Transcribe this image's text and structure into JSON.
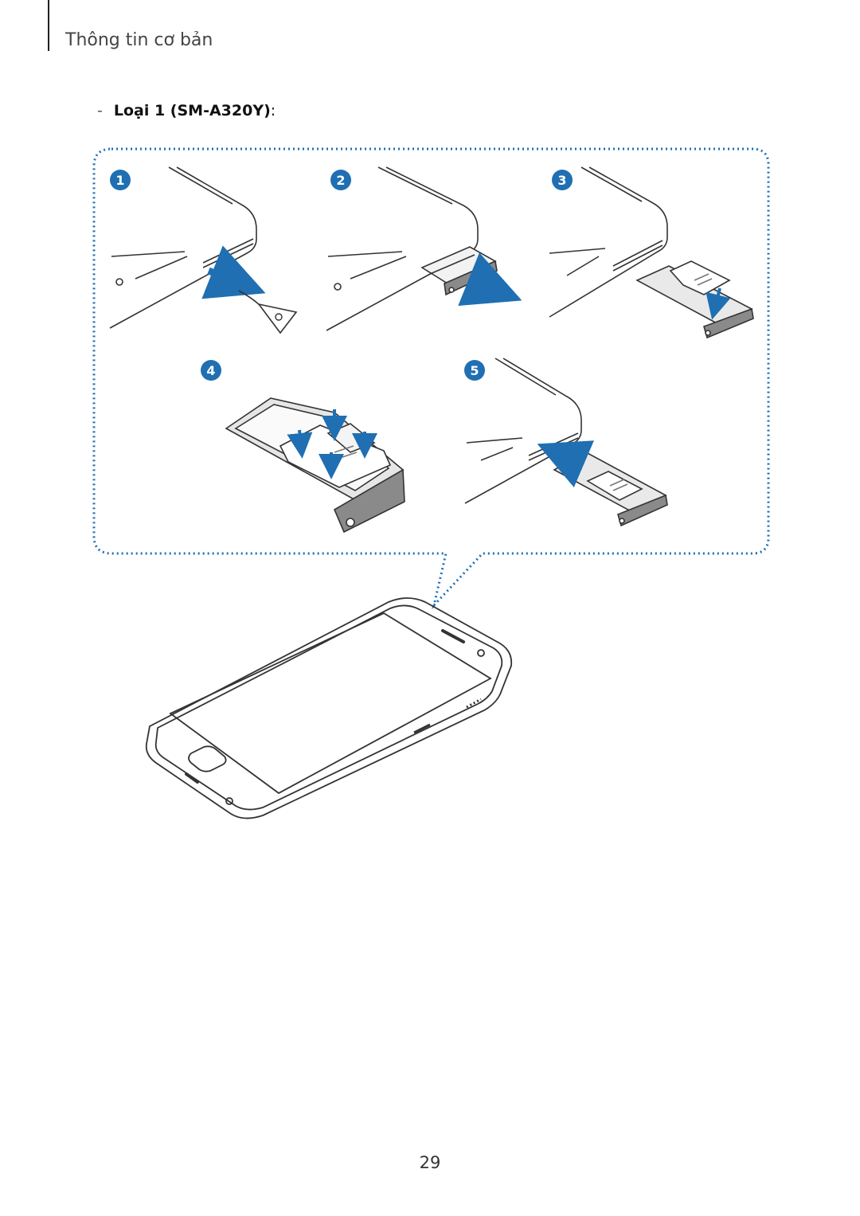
{
  "header": {
    "section_title": "Thông tin cơ bản"
  },
  "subheading": {
    "dash": "-",
    "label": "Loại 1 (SM-A320Y)",
    "colon": ":"
  },
  "steps": [
    {
      "number": "1"
    },
    {
      "number": "2"
    },
    {
      "number": "3"
    },
    {
      "number": "4"
    },
    {
      "number": "5"
    }
  ],
  "colors": {
    "accent_blue": "#1f6fb2",
    "line": "#333333",
    "tray_gray": "#8a8a8a",
    "callout_dots": "#1f6fb2"
  },
  "footer": {
    "page_number": "29"
  }
}
